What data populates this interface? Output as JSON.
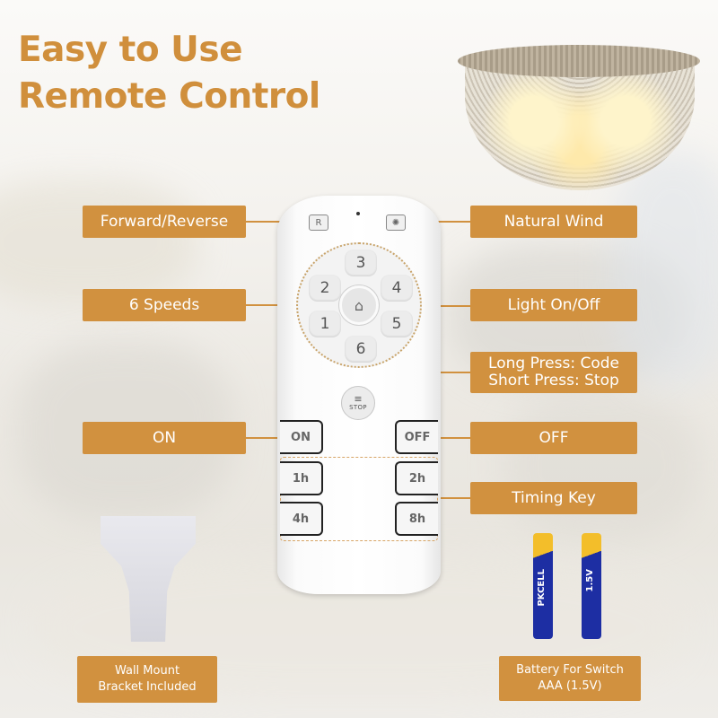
{
  "title": {
    "line1": "Easy to Use",
    "line2": "Remote Control"
  },
  "colors": {
    "accent": "#d1913f",
    "title": "#d08f3c",
    "label_text": "#ffffff"
  },
  "labels": {
    "forward_reverse": "Forward/Reverse",
    "natural_wind": "Natural Wind",
    "six_speeds": "6 Speeds",
    "light_on_off": "Light On/Off",
    "long_press": "Long Press: Code",
    "short_press": "Short Press: Stop",
    "on": "ON",
    "off": "OFF",
    "timing_key": "Timing  Key",
    "wall_mount_line1": "Wall Mount",
    "wall_mount_line2": "Bracket Included",
    "battery_line1": "Battery For Switch",
    "battery_line2": "AAA (1.5V)"
  },
  "remote": {
    "forward_reverse_button": "R",
    "natural_wind_icon": "fan-swirl-icon",
    "speed_buttons": [
      "1",
      "2",
      "3",
      "4",
      "5",
      "6"
    ],
    "light_icon": "ceiling-light-icon",
    "stop_button": "STOP",
    "stop_icon": "wireless-signal-icon",
    "on_button": "ON",
    "off_button": "OFF",
    "timer_buttons": [
      "1h",
      "2h",
      "4h",
      "8h"
    ]
  },
  "accessories": {
    "battery_brand": "PKCELL",
    "battery_voltage": "1.5V"
  }
}
